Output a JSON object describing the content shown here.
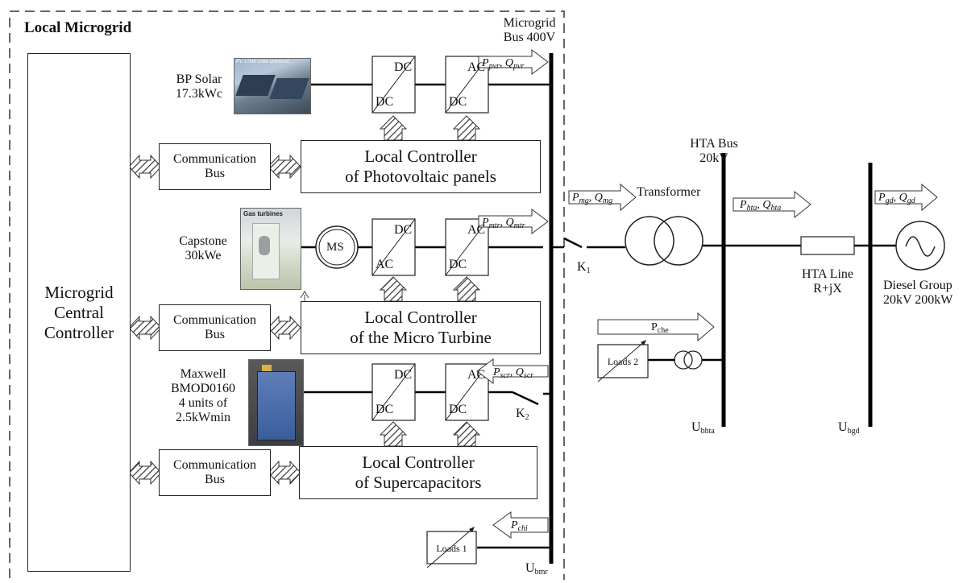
{
  "title": "Local Microgrid",
  "central_controller": {
    "line1": "Microgrid",
    "line2": "Central",
    "line3": "Controller"
  },
  "microgrid_bus": {
    "line1": "Microgrid",
    "line2": "Bus 400V",
    "voltage_label": "U",
    "voltage_sub": "bmr"
  },
  "hta_bus": {
    "line1": "HTA Bus",
    "line2": "20kV",
    "voltage_label": "U",
    "voltage_sub": "bhta"
  },
  "grid_bus": {
    "voltage_label": "U",
    "voltage_sub": "bgd"
  },
  "comm_bus": {
    "line1": "Communication",
    "line2": "Bus"
  },
  "pv": {
    "name": "BP Solar",
    "rating": "17.3kWc",
    "photo_caption": "PV 17kW crête universol",
    "conv1_top": "DC",
    "conv1_bottom": "DC",
    "conv2_top": "AC",
    "conv2_bottom": "DC",
    "controller_line1": "Local Controller",
    "controller_line2": "of Photovoltaic panels",
    "flow_p": "P",
    "flow_p_sub": "pvr",
    "flow_q": "Q",
    "flow_q_sub": "pvr"
  },
  "turbine": {
    "name": "Capstone",
    "rating": "30kWe",
    "photo_caption": "Gas turbines",
    "machine": "MS",
    "conv1_top": "DC",
    "conv1_bottom": "AC",
    "conv2_top": "AC",
    "conv2_bottom": "DC",
    "controller_line1": "Local Controller",
    "controller_line2": "of the Micro Turbine",
    "flow_p": "P",
    "flow_p_sub": "mtr",
    "flow_q": "Q",
    "flow_q_sub": "mtr"
  },
  "supercap": {
    "line1": "Maxwell",
    "line2": "BMOD0160",
    "line3": "4 units of",
    "line4": "2.5kWmin",
    "conv1_top": "DC",
    "conv1_bottom": "DC",
    "conv2_top": "AC",
    "conv2_bottom": "DC",
    "controller_line1": "Local Controller",
    "controller_line2": "of Supercapacitors",
    "flow_p": "P",
    "flow_p_sub": "scr",
    "flow_q": "Q",
    "flow_q_sub": "scr"
  },
  "loads1": {
    "label": "Loads 1",
    "flow_p": "P",
    "flow_p_sub": "chi"
  },
  "loads2": {
    "label": "Loads 2",
    "flow_p": "P",
    "flow_p_sub": "che"
  },
  "switch_k1": {
    "label": "K",
    "sub": "1"
  },
  "switch_k2": {
    "label": "K",
    "sub": "2"
  },
  "transformer": {
    "label": "Transformer"
  },
  "flow_mg": {
    "p": "P",
    "p_sub": "mg",
    "q": "Q",
    "q_sub": "mg"
  },
  "flow_hta": {
    "p": "P",
    "p_sub": "hta",
    "q": "Q",
    "q_sub": "hta"
  },
  "flow_gd": {
    "p": "P",
    "p_sub": "gd",
    "q": "Q",
    "q_sub": "gd"
  },
  "hta_line": {
    "line1": "HTA Line",
    "line2": "R+jX"
  },
  "diesel": {
    "line1": "Diesel Group",
    "line2": "20kV 200kW"
  }
}
